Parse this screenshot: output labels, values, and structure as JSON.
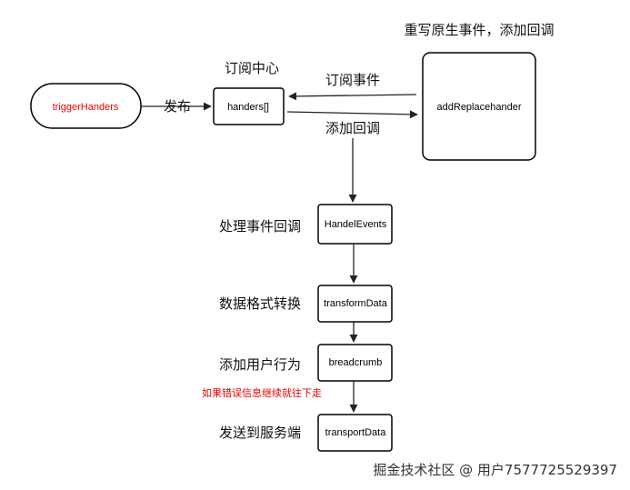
{
  "diagram": {
    "nodes": {
      "trigger": "triggerHanders",
      "handers": "handers[]",
      "replace": "addReplacehander",
      "handle": "HandelEvents",
      "transform": "transformData",
      "breadcrumb": "breadcrumb",
      "transport": "transportData"
    },
    "labels": {
      "publish": "发布",
      "subscribe_center": "订阅中心",
      "subscribe_event": "订阅事件",
      "add_callback": "添加回调",
      "override": "重写原生事件，添加回调",
      "handle_events": "处理事件回调",
      "format_data": "数据格式转换",
      "user_action": "添加用户行为",
      "error_note": "如果错误信息继续就往下走",
      "send_server": "发送到服务端"
    }
  },
  "watermark": {
    "text": "掘金技术社区 @ 用户7577725529397"
  },
  "colors": {
    "stroke": "#000000",
    "accent_red": "#e60000"
  }
}
